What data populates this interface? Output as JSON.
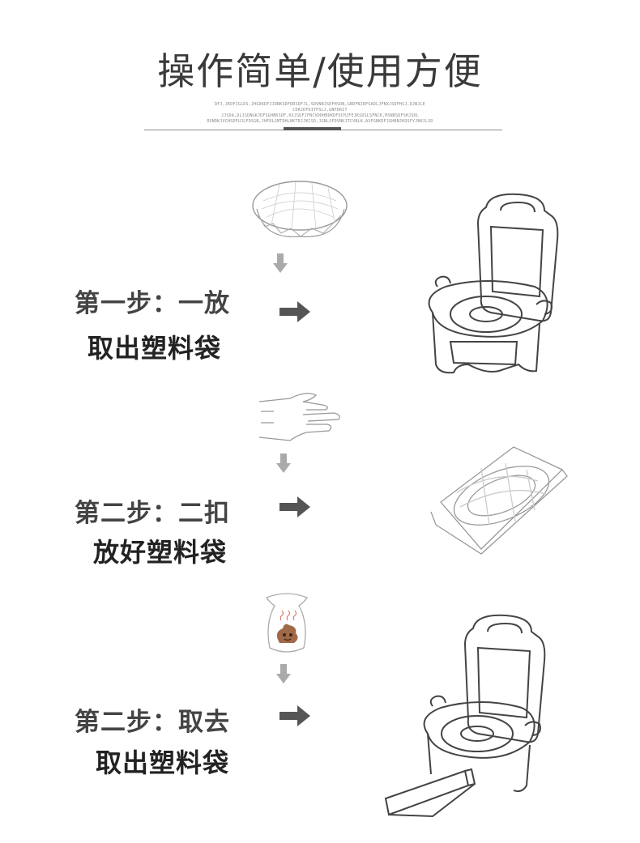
{
  "header": {
    "title": "操作简单/使用方便",
    "subtitle_lines": [
      "DFJ,JKDFJGLDS,JHGDKDFJJRNKSDFDRSDFJL,SDVNNJSDFHSDN,GBDFNJRFSADLJFNXJSDFHSJ,DJNJLE CDRJDFDITPSLJ,GNFDKIT",
      "JJSDA,DLJSDNGKJDFSGHBKSDF,KXJSDFJFNCVDDHBDKDFUCHJFEJKSDSLSFNCK,MSNBSDFSHJSDL",
      "RVNDKJVCHSDFUJLFDSGN,JHFDLGMTRHLBKTRJJKCSD,JGNLSFDVNKJTCVNLK,ASFGNKDFJGHBNJKDSFYJNKJLSD"
    ]
  },
  "steps": [
    {
      "title": "第一步：一放",
      "action": "取出塑料袋"
    },
    {
      "title": "第二步：二扣",
      "action": "放好塑料袋"
    },
    {
      "title": "第二步：取去",
      "action": "取出塑料袋"
    }
  ],
  "icons": {
    "right_arrow": "right-arrow-icon",
    "down_arrow": "down-arrow-icon",
    "accent": "#5a5a5a"
  }
}
